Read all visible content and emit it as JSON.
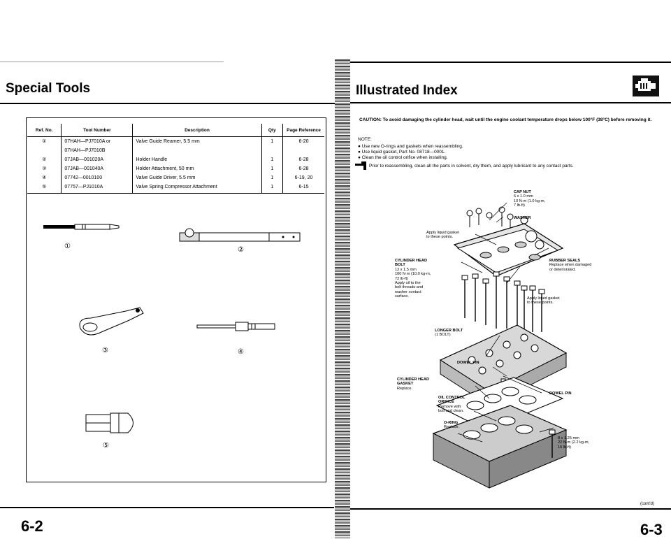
{
  "left_page": {
    "title": "Special Tools",
    "page_number": "6-2",
    "table": {
      "headers": [
        "Ref. No.",
        "Tool Number",
        "Description",
        "Qty",
        "Page Reference"
      ],
      "rows": [
        {
          "ref": "①",
          "tool": "07HAH—PJ7010A or",
          "desc": "Valve Guide Reamer, 5.5 mm",
          "qty": "1",
          "page": "6-20"
        },
        {
          "ref": "",
          "tool": "07HAH—PJ7010B",
          "desc": "",
          "qty": "",
          "page": ""
        },
        {
          "ref": "②",
          "tool": "07JAB—001020A",
          "desc": "Holder Handle",
          "qty": "1",
          "page": "6-28"
        },
        {
          "ref": "③",
          "tool": "07JAB—001040A",
          "desc": "Holder Attachment, 50 mm",
          "qty": "1",
          "page": "6-28"
        },
        {
          "ref": "④",
          "tool": "07742—0010100",
          "desc": "Valve Guide Driver, 5.5 mm",
          "qty": "1",
          "page": "6-19, 20"
        },
        {
          "ref": "⑤",
          "tool": "07757—PJ1010A",
          "desc": "Valve Spring Compressor Attachment",
          "qty": "1",
          "page": "6-15"
        }
      ]
    },
    "tool_labels": [
      "①",
      "②",
      "③",
      "④",
      "⑤"
    ]
  },
  "right_page": {
    "title": "Illustrated Index",
    "page_number": "6-3",
    "cont": "(cont'd)",
    "caution": "CAUTION: To avoid damaging the cylinder head, wait until the engine coolant temperature drops below 100°F (38°C) before removing it.",
    "note_title": "NOTE:",
    "notes": [
      "Use new O-rings and gaskets when reassembling.",
      "Use liquid gasket, Part No. 08718—0001.",
      "Clean the oil control orifice when installing."
    ],
    "prior_note": "Prior to reassembling, clean all the parts in solvent, dry them, and apply lubricant to any contact parts.",
    "callouts": {
      "cap_nut": [
        "CAP NUT",
        "6 x 1.0 mm",
        "10 N·m (1.0 kg-m,",
        "7 lb-ft)"
      ],
      "washer": "WASHER",
      "apply_liquid_top": [
        "Apply liquid gasket",
        "to these points."
      ],
      "head_bolt": [
        "CYLINDER HEAD",
        "BOLT",
        "12 x 1.5 mm",
        "100 N·m (10.0 kg-m,",
        "72 lb-ft)",
        "Apply oil to the",
        "bolt threads and",
        "washer contact",
        "surface."
      ],
      "rubber_seals": [
        "RUBBER SEALS",
        "Replace when damaged",
        "or deteriorated."
      ],
      "apply_liquid_bottom": [
        "Apply liquid gasket",
        "to these points."
      ],
      "longer_bolt": [
        "LONGER BOLT",
        "(1 BOLT)"
      ],
      "dowel_pin_top": "DOWEL PIN",
      "head_gasket": [
        "CYLINDER HEAD",
        "GASKET",
        "Replace."
      ],
      "dowel_pin_right": "DOWEL PIN",
      "oil_orifice": [
        "OIL CONTROL",
        "ORIFICE",
        "Remove with",
        "bolt and clean."
      ],
      "o_ring": [
        "O-RING",
        "Replace."
      ],
      "bottom_bolt": [
        "8 x 1.25 mm",
        "22 N·m (2.2 kg-m,",
        "16 lb-ft)"
      ]
    }
  }
}
